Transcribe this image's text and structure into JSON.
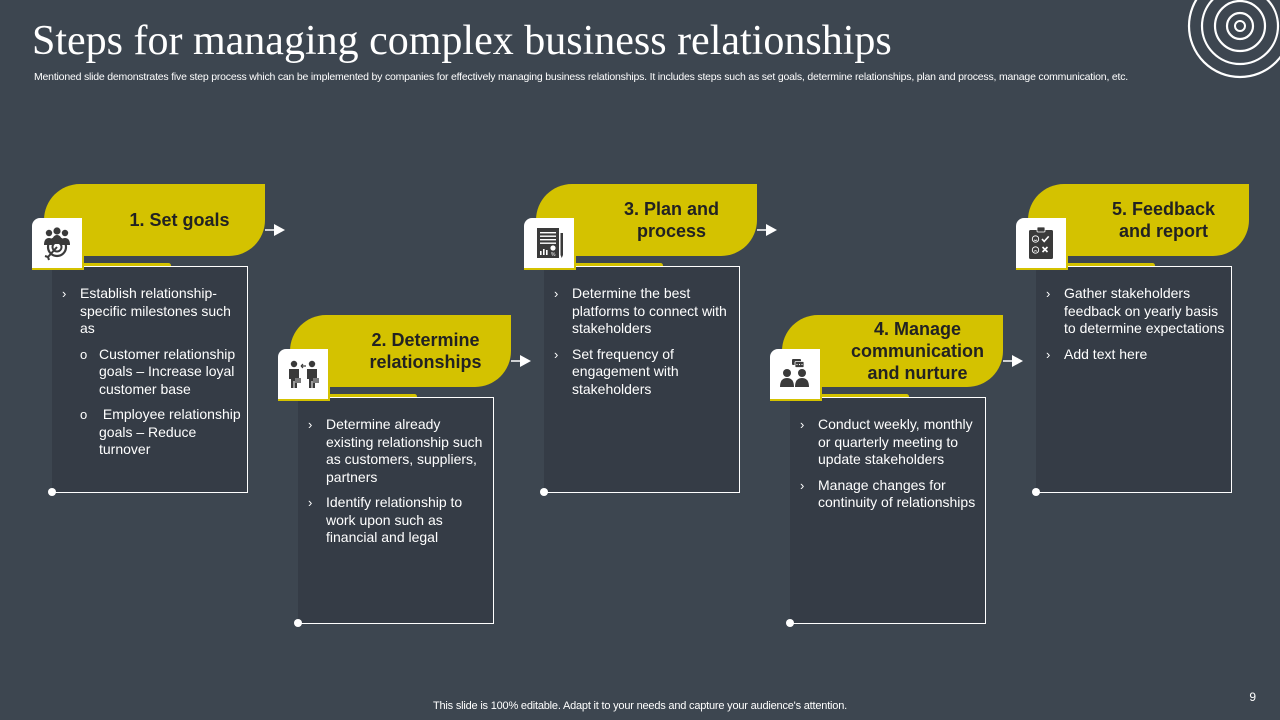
{
  "slide": {
    "title": "Steps for managing complex business relationships",
    "subtitle": "Mentioned slide demonstrates five step process which can be implemented by companies for effectively  managing business relationships. It includes steps such as set goals, determine relationships, plan and process, manage communication, etc.",
    "footer": "This slide is 100% editable. Adapt it to your needs and capture your audience's attention.",
    "page_number": "9",
    "logo_icon": "concentric-target-icon"
  },
  "colors": {
    "background": "#3d4650",
    "accent": "#d4c200",
    "card_body": "#353c46",
    "text": "#ffffff",
    "tab_text": "#222222"
  },
  "steps": [
    {
      "title": "1. Set goals",
      "icon": "team-target-icon",
      "bullets": [
        {
          "text": "Establish relationship-specific milestones such as",
          "sub": [
            "Customer relationship goals – Increase loyal customer base",
            " Employee relationship goals – Reduce turnover"
          ]
        }
      ]
    },
    {
      "title": "2. Determine relationships",
      "icon": "business-people-exchange-icon",
      "bullets": [
        {
          "text": "Determine already existing relationship such as customers, suppliers, partners"
        },
        {
          "text": "Identify relationship to work upon such as financial and legal"
        }
      ]
    },
    {
      "title": "3. Plan and process",
      "icon": "financial-report-icon",
      "bullets": [
        {
          "text": "Determine the best platforms to connect with stakeholders"
        },
        {
          "text": "Set frequency of engagement with stakeholders"
        }
      ]
    },
    {
      "title": "4. Manage communication and nurture",
      "icon": "people-chat-icon",
      "bullets": [
        {
          "text": "Conduct weekly, monthly or quarterly meeting to update stakeholders"
        },
        {
          "text": "Manage changes for continuity of relationships"
        }
      ]
    },
    {
      "title": "5. Feedback and report",
      "icon": "feedback-clipboard-icon",
      "bullets": [
        {
          "text": "Gather stakeholders feedback on yearly basis to determine expectations"
        },
        {
          "text": "Add text here"
        }
      ]
    }
  ],
  "glyphs": {
    "chevron": "›",
    "sub_bullet": "o"
  }
}
